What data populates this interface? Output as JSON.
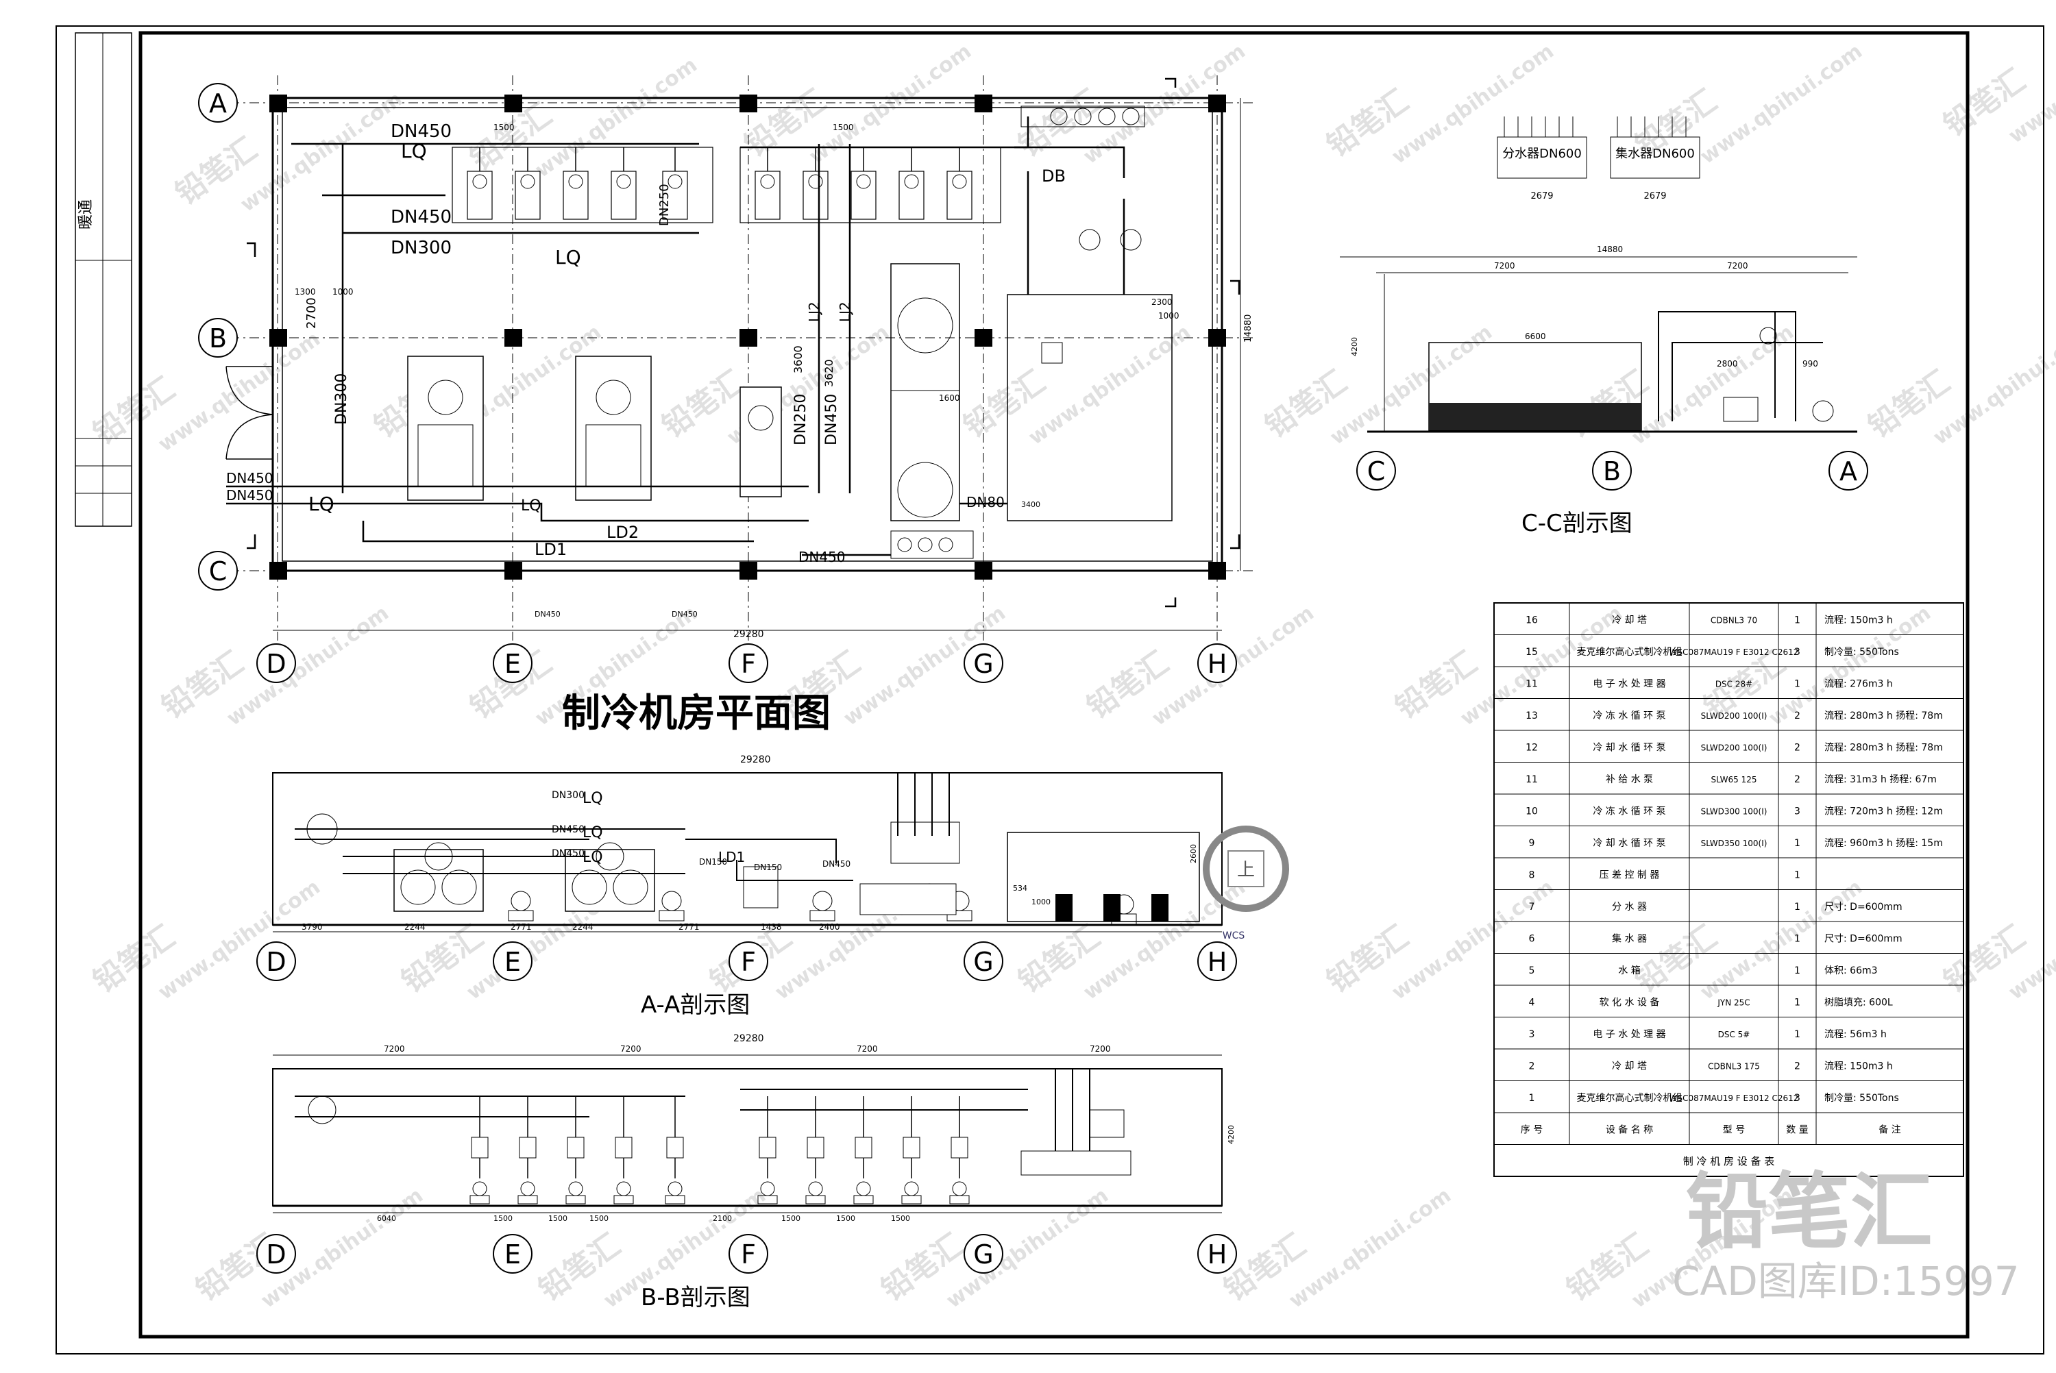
{
  "sheet": {
    "main_title": "制冷机房平面图",
    "section_aa": "A-A剖示图",
    "section_bb": "B-B剖示图",
    "section_cc": "C-C剖示图",
    "side_fill": "暖通",
    "watermark_brand": "铅笔汇",
    "watermark_url": "www.qbihui.com",
    "cad_id": "CAD图库ID:15997"
  },
  "grid": {
    "rows": [
      "A",
      "B",
      "C"
    ],
    "cols": [
      "D",
      "E",
      "F",
      "G",
      "H"
    ],
    "cc_cols": [
      "C",
      "B",
      "A"
    ]
  },
  "plan": {
    "pipes": [
      "DN450",
      "LQ",
      "DN450",
      "DN300",
      "LQ",
      "DN250",
      "DN450",
      "DN450",
      "LQ",
      "LQ",
      "LD2",
      "LD1",
      "DN450",
      "DN80",
      "DB",
      "LJ2",
      "LJ2",
      "DN300",
      "DN250",
      "DN450",
      "DN450",
      "DN450"
    ],
    "dims": [
      "29280",
      "14880",
      "2700",
      "1300",
      "1000",
      "1500",
      "1500",
      "3600",
      "3620",
      "1600",
      "2300",
      "1000",
      "3400"
    ]
  },
  "section_aa_pipes": [
    "DN300",
    "LQ",
    "DN450",
    "LQ",
    "DN450",
    "LQ",
    "DN150",
    "LD1",
    "DN150",
    "DN450"
  ],
  "section_aa_dims": [
    "3790",
    "2244",
    "2771",
    "2244",
    "2771",
    "1438",
    "2400",
    "1000",
    "2600",
    "534",
    "29280"
  ],
  "section_bb_dims": [
    "7200",
    "7200",
    "7200",
    "7200",
    "29280",
    "6040",
    "1500",
    "1500",
    "1500",
    "2100",
    "1500",
    "1500",
    "1500",
    "4200"
  ],
  "section_cc_dims": [
    "14880",
    "7200",
    "7200",
    "6600",
    "2800",
    "990",
    "4200"
  ],
  "headers": {
    "supply": "分水器DN600",
    "return": "集水器DN600",
    "dim": "2679"
  },
  "compass": {
    "label": "上",
    "wcs": "WCS"
  },
  "equipment_table": {
    "title": "制 冷 机 房 设 备 表",
    "columns": [
      "序 号",
      "设 备 名 称",
      "型 号",
      "数 量",
      "备 注"
    ],
    "rows": [
      [
        "16",
        "冷 却 塔",
        "CDBNL3 70",
        "1",
        "流程: 150m3 h"
      ],
      [
        "15",
        "麦克维尔高心式制冷机组",
        "WSC087MAU19 F E3012 C2612",
        "3",
        "制冷量: 550Tons"
      ],
      [
        "11",
        "电 子 水 处 理 器",
        "DSC 28#",
        "1",
        "流程: 276m3 h"
      ],
      [
        "13",
        "冷 冻 水 循 环 泵",
        "SLWD200 100(I)",
        "2",
        "流程: 280m3 h  扬程: 78m"
      ],
      [
        "12",
        "冷 却 水 循 环 泵",
        "SLWD200 100(I)",
        "2",
        "流程: 280m3 h  扬程: 78m"
      ],
      [
        "11",
        "补 给 水 泵",
        "SLW65 125",
        "2",
        "流程: 31m3 h  扬程: 67m"
      ],
      [
        "10",
        "冷 冻 水 循 环 泵",
        "SLWD300 100(I)",
        "3",
        "流程: 720m3 h  扬程: 12m"
      ],
      [
        "9",
        "冷 却 水 循 环 泵",
        "SLWD350 100(I)",
        "1",
        "流程: 960m3 h  扬程: 15m"
      ],
      [
        "8",
        "压 差 控 制 器",
        "",
        "1",
        ""
      ],
      [
        "7",
        "分 水 器",
        "",
        "1",
        "尺寸: D=600mm"
      ],
      [
        "6",
        "集 水 器",
        "",
        "1",
        "尺寸: D=600mm"
      ],
      [
        "5",
        "水 箱",
        "",
        "1",
        "体积: 66m3"
      ],
      [
        "4",
        "软 化 水 设 备",
        "JYN 25C",
        "1",
        "树脂填充: 600L"
      ],
      [
        "3",
        "电 子 水 处 理 器",
        "DSC 5#",
        "1",
        "流程: 56m3 h"
      ],
      [
        "2",
        "冷 却 塔",
        "CDBNL3 175",
        "2",
        "流程: 150m3 h"
      ],
      [
        "1",
        "麦克维尔高心式制冷机组",
        "WSC087MAU19 F E3012 C2612",
        "3",
        "制冷量: 550Tons"
      ]
    ]
  }
}
